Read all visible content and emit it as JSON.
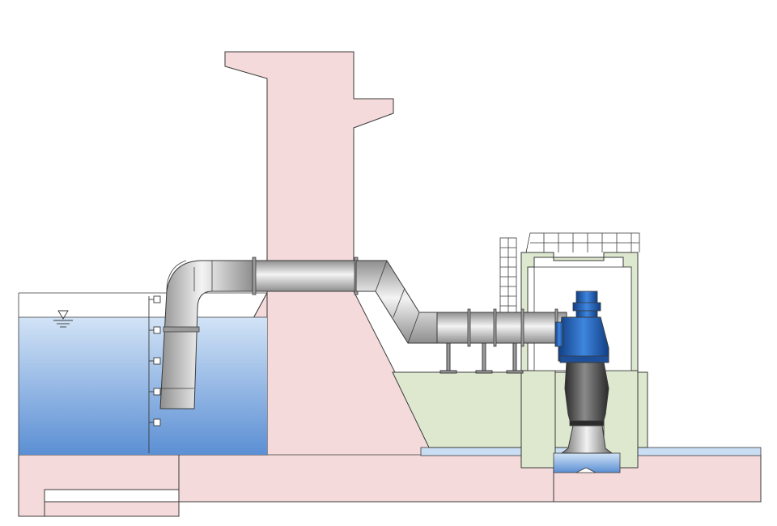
{
  "diagram": {
    "colors": {
      "background": "#ffffff",
      "concrete": "#f4dadb",
      "fill_earth": "#dde8cf",
      "water_top": "#d2e3f6",
      "water_bottom": "#5b8fd4",
      "pipe_light": "#f4f4f4",
      "pipe_dark": "#8e8e8e",
      "pump_motor": "#2e6fc0",
      "pump_casing": "#3a3a3a",
      "outline": "#3a3a3a"
    },
    "components": [
      {
        "id": "intake-basin",
        "icon": "water-body"
      },
      {
        "id": "water-level-symbol",
        "icon": "triangle-down-icon"
      },
      {
        "id": "level-sensor-ladder",
        "icon": "sensor-icon"
      },
      {
        "id": "intake-pipe-elbow",
        "icon": "pipe"
      },
      {
        "id": "dam-wall",
        "icon": "concrete-structure"
      },
      {
        "id": "horizontal-pipe",
        "icon": "pipe"
      },
      {
        "id": "descending-pipe",
        "icon": "pipe"
      },
      {
        "id": "pump-house",
        "icon": "building"
      },
      {
        "id": "vertical-pump",
        "icon": "pump-icon"
      },
      {
        "id": "outlet-channel",
        "icon": "water-body"
      }
    ],
    "level_sensor_count": 5
  }
}
